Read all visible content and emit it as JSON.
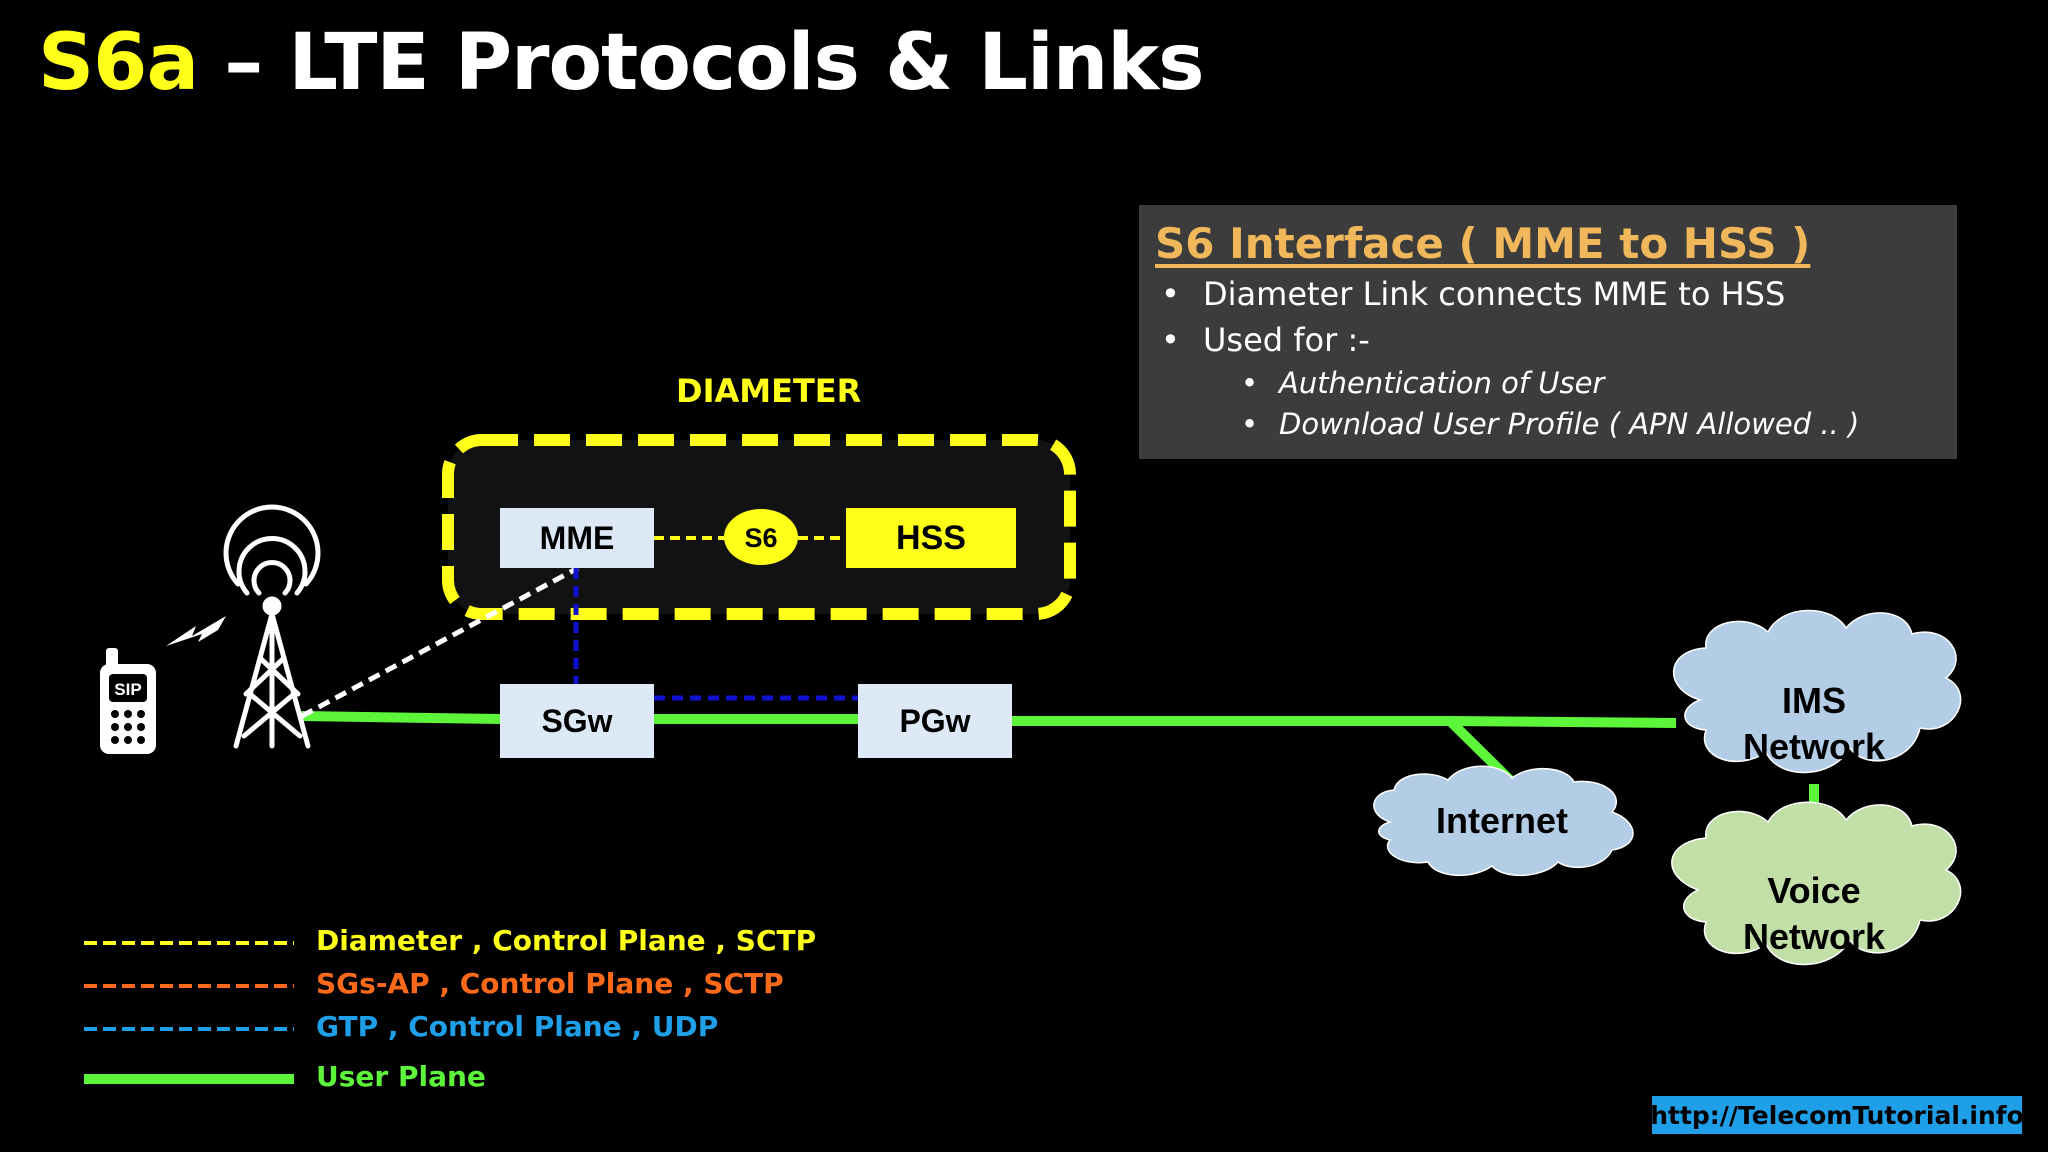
{
  "title": {
    "part1": "S6a",
    "part2": " – LTE Protocols & Links"
  },
  "info_box": {
    "heading": "S6 Interface ( MME to HSS )",
    "items": [
      "Diameter Link connects MME to HSS",
      "Used for :-"
    ],
    "subitems": [
      "Authentication of User",
      "Download User Profile ( APN Allowed .. )"
    ]
  },
  "diameter_group": {
    "label": "DIAMETER"
  },
  "nodes": {
    "mme": "MME",
    "hss": "HSS",
    "s6": "S6",
    "sgw": "SGw",
    "pgw": "PGw"
  },
  "clouds": {
    "ims_line1": "IMS",
    "ims_line2": "Network",
    "internet": "Internet",
    "voice_line1": "Voice",
    "voice_line2": "Network"
  },
  "phone_label": "SIP",
  "legend": [
    {
      "text": "Diameter , Control Plane , SCTP",
      "color": "#ffff1a"
    },
    {
      "text": "SGs-AP , Control Plane , SCTP",
      "color": "#ff6a1a"
    },
    {
      "text": "GTP , Control Plane , UDP",
      "color": "#1e9fe8"
    },
    {
      "text": "User Plane",
      "color": "#5df53a"
    }
  ],
  "url": "http://TelecomTutorial.info",
  "colors": {
    "yellow": "#ffff1a",
    "orange": "#ff6a1a",
    "blue": "#1e9fe8",
    "green": "#5df53a",
    "gtp_line": "#1010d0",
    "node_bg": "#dde9f7",
    "cloud_blue": "#b4cde6",
    "cloud_green": "#c3dfa8"
  }
}
